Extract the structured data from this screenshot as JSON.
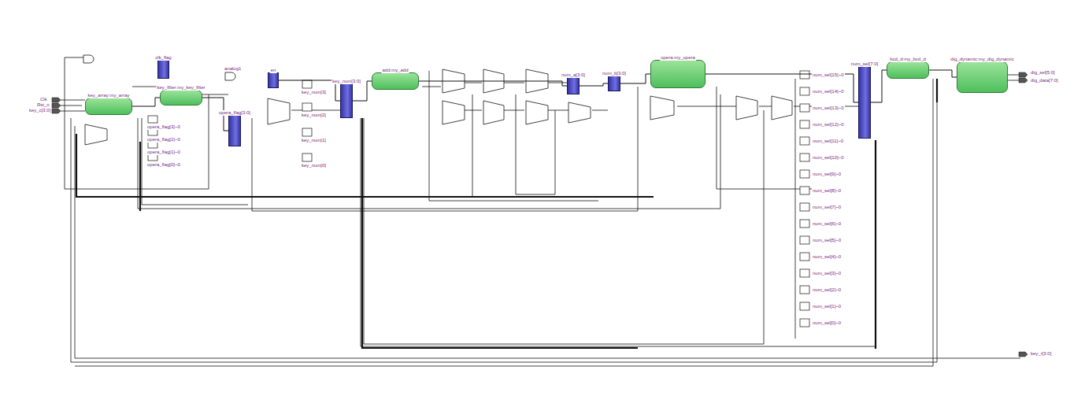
{
  "diagram": {
    "nodes": [
      {
        "text": [
          "key_array:my_array"
        ]
      },
      {
        "text": [
          "clk_flag"
        ]
      },
      {
        "text": [
          "key_filter:my_key_filter"
        ]
      },
      {
        "text": [
          "opera_flag[3:0]"
        ]
      },
      {
        "text": [
          "en"
        ]
      },
      {
        "text": [
          "key_num[3:0]"
        ]
      },
      {
        "text": [
          "add:my_add"
        ]
      },
      {
        "text": [
          "num_a[3:0]"
        ]
      },
      {
        "text": [
          "num_b[3:0]"
        ]
      },
      {
        "text": [
          "opera:my_opera"
        ]
      },
      {
        "text": [
          "num_sel[7:0]"
        ]
      },
      {
        "text": [
          "bcd_d:my_bcd_d"
        ]
      },
      {
        "text": [
          "dig_dynamic:my_dig_dynamic"
        ]
      }
    ],
    "edges": [
      {
        "from": 0,
        "to": 2,
        "arrow": "none"
      },
      {
        "from": 2,
        "to": 3,
        "arrow": "none"
      },
      {
        "from": 4,
        "to": 5,
        "arrow": "none"
      },
      {
        "from": 5,
        "to": 6,
        "arrow": "none"
      },
      {
        "from": 6,
        "to": 7,
        "arrow": "none"
      },
      {
        "from": 7,
        "to": 8,
        "arrow": "none"
      },
      {
        "from": 8,
        "to": 9,
        "arrow": "none"
      },
      {
        "from": 9,
        "to": 10,
        "arrow": "none"
      },
      {
        "from": 10,
        "to": 11,
        "arrow": "none"
      },
      {
        "from": 11,
        "to": 12,
        "arrow": "none"
      }
    ],
    "labels": [
      "Clk",
      "Rst_n",
      "key_c[3:0]",
      "opera_flag[3]~0",
      "opera_flag[2]~0",
      "opera_flag[1]~0",
      "opera_flag[0]~0",
      "analog1",
      "key_num[3]",
      "key_num[2]",
      "key_num[1]",
      "key_num[0]",
      "num_sel[15]~0",
      "num_sel[14]~0",
      "num_sel[13]~0",
      "num_sel[12]~0",
      "num_sel[11]~0",
      "num_sel[10]~0",
      "num_sel[9]~0",
      "num_sel[8]~0",
      "num_sel[7]~0",
      "num_sel[6]~0",
      "num_sel[5]~0",
      "num_sel[4]~0",
      "num_sel[3]~0",
      "num_sel[2]~0",
      "num_sel[1]~0",
      "num_sel[0]~0",
      "dig_sel[5:0]",
      "dig_data[7:0]",
      "key_r[3:0]"
    ]
  }
}
